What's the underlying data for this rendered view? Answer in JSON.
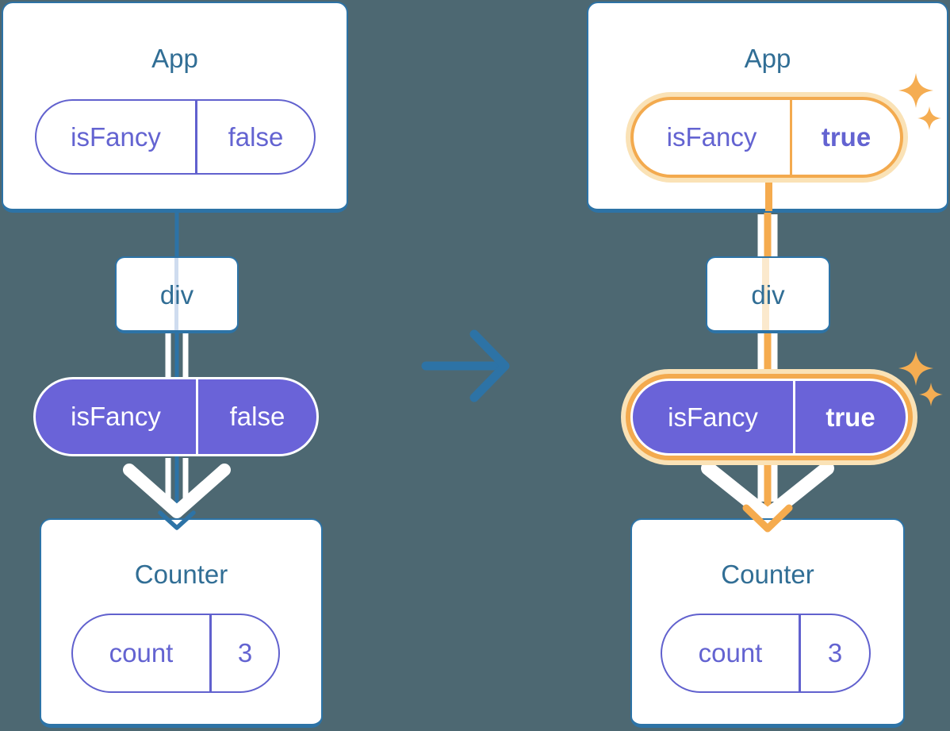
{
  "colors": {
    "background": "#4D6872",
    "tree_stroke_blue": "#2D73A6",
    "title_text_blue": "#316E95",
    "purple_stroke": "#6161CE",
    "purple_text": "#6363D1",
    "purple_fill": "#6A63D8",
    "highlight_orange": "#F3AA4E",
    "highlight_glow": "#FAE2B6",
    "pipe_white": "#FFFFFF",
    "faint_edge_blue": "#CFDCEF",
    "faint_edge_orange": "#FBE9CD"
  },
  "left_tree": {
    "app": {
      "title": "App",
      "prop": {
        "name": "isFancy",
        "value": "false"
      }
    },
    "div": {
      "title": "div"
    },
    "prop_pill": {
      "name": "isFancy",
      "value": "false"
    },
    "counter": {
      "title": "Counter",
      "state": {
        "name": "count",
        "value": "3"
      }
    }
  },
  "right_tree": {
    "app": {
      "title": "App",
      "prop": {
        "name": "isFancy",
        "value": "true"
      }
    },
    "div": {
      "title": "div"
    },
    "prop_pill": {
      "name": "isFancy",
      "value": "true"
    },
    "counter": {
      "title": "Counter",
      "state": {
        "name": "count",
        "value": "3"
      }
    }
  }
}
